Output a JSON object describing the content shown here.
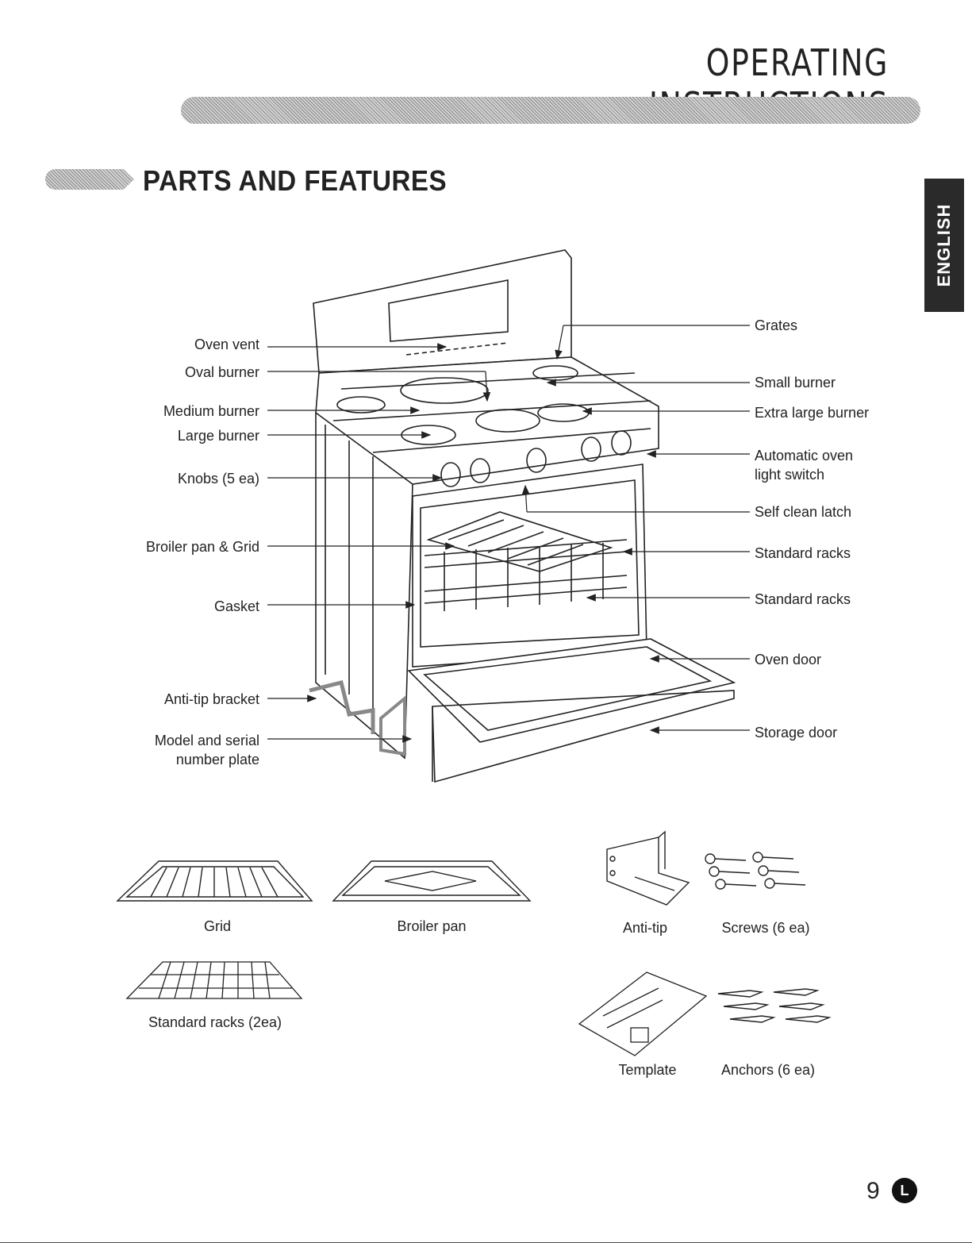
{
  "header": {
    "title": "OPERATING INSTRUCTIONS"
  },
  "section": {
    "title": "PARTS AND FEATURES"
  },
  "language_tab": {
    "label": "ENGLISH"
  },
  "left_labels": [
    "Oven vent",
    "Oval burner",
    "Medium burner",
    "Large burner",
    "Knobs (5 ea)",
    "Broiler pan & Grid",
    "Gasket",
    "Anti-tip bracket",
    "Model and serial",
    "number plate"
  ],
  "right_labels": [
    "Grates",
    "Small burner",
    "Extra large burner",
    "Automatic oven",
    "light switch",
    "Self clean latch",
    "Standard racks",
    "Standard racks",
    "Oven door",
    "Storage door"
  ],
  "accessories": {
    "grid": "Grid",
    "broiler_pan": "Broiler pan",
    "standard_racks": "Standard racks (2ea)",
    "anti_tip": "Anti-tip",
    "screws": "Screws (6 ea)",
    "template": "Template",
    "anchors": "Anchors (6 ea)"
  },
  "footer": {
    "page_number": "9",
    "badge": "L"
  }
}
